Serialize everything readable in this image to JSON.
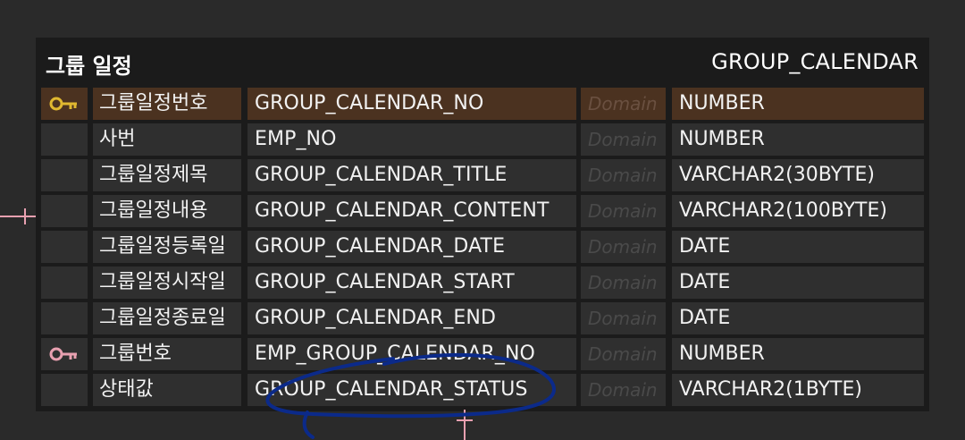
{
  "entity": {
    "logical_name": "그룹 일정",
    "physical_name": "GROUP_CALENDAR"
  },
  "colors": {
    "pk_row_bg": "#4b3220",
    "pk_key": "#e0b830",
    "fk_key": "#e8a0b0",
    "relation_line": "#e8a0b0",
    "annotation": "#0b2a8a"
  },
  "columns": [
    {
      "key": "primary-key-icon",
      "logical": "그룹일정번호",
      "physical": "GROUP_CALENDAR_NO",
      "domain": "Domain",
      "type": "NUMBER"
    },
    {
      "key": "",
      "logical": "사번",
      "physical": "EMP_NO",
      "domain": "Domain",
      "type": "NUMBER"
    },
    {
      "key": "",
      "logical": "그룹일정제목",
      "physical": "GROUP_CALENDAR_TITLE",
      "domain": "Domain",
      "type": "VARCHAR2(30BYTE)"
    },
    {
      "key": "",
      "logical": "그룹일정내용",
      "physical": "GROUP_CALENDAR_CONTENT",
      "domain": "Domain",
      "type": "VARCHAR2(100BYTE)"
    },
    {
      "key": "",
      "logical": "그룹일정등록일",
      "physical": "GROUP_CALENDAR_DATE",
      "domain": "Domain",
      "type": "DATE"
    },
    {
      "key": "",
      "logical": "그룹일정시작일",
      "physical": "GROUP_CALENDAR_START",
      "domain": "Domain",
      "type": "DATE"
    },
    {
      "key": "",
      "logical": "그룹일정종료일",
      "physical": "GROUP_CALENDAR_END",
      "domain": "Domain",
      "type": "DATE"
    },
    {
      "key": "foreign-key-icon",
      "logical": "그룹번호",
      "physical": "EMP_GROUP_CALENDAR_NO",
      "domain": "Domain",
      "type": "NUMBER"
    },
    {
      "key": "",
      "logical": "상태값",
      "physical": "GROUP_CALENDAR_STATUS",
      "domain": "Domain",
      "type": "VARCHAR2(1BYTE)"
    }
  ]
}
